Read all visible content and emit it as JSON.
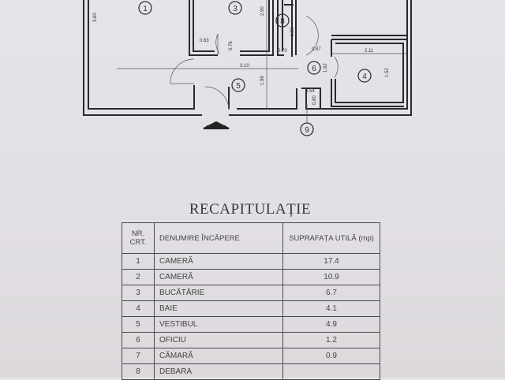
{
  "plan": {
    "room_markers": [
      "1",
      "3",
      "8",
      "5",
      "6",
      "4",
      "9"
    ],
    "dimensions": [
      "3.60",
      "2.90",
      "0.63",
      "0.76",
      "1.55",
      "0.70",
      "0.87",
      "2.11",
      "3.10",
      "1.98",
      "1.52",
      "1.92",
      "0.54",
      "0.80"
    ]
  },
  "title": "RECAPITULAȚIE",
  "table": {
    "headers": [
      "NR. CRT.",
      "DENUMIRE ÎNCĂPERE",
      "SUPRAFAȚA UTILĂ (mp)"
    ],
    "rows": [
      {
        "nr": "1",
        "name": "CAMERĂ",
        "area": "17.4"
      },
      {
        "nr": "2",
        "name": "CAMERĂ",
        "area": "10.9"
      },
      {
        "nr": "3",
        "name": "BUCĂTĂRIE",
        "area": "6.7"
      },
      {
        "nr": "4",
        "name": "BAIE",
        "area": "4.1"
      },
      {
        "nr": "5",
        "name": "VESTIBUL",
        "area": "4.9"
      },
      {
        "nr": "6",
        "name": "OFICIU",
        "area": "1.2"
      },
      {
        "nr": "7",
        "name": "CĂMARĂ",
        "area": "0.9"
      },
      {
        "nr": "8",
        "name": "DEBARA",
        "area": ""
      }
    ]
  }
}
